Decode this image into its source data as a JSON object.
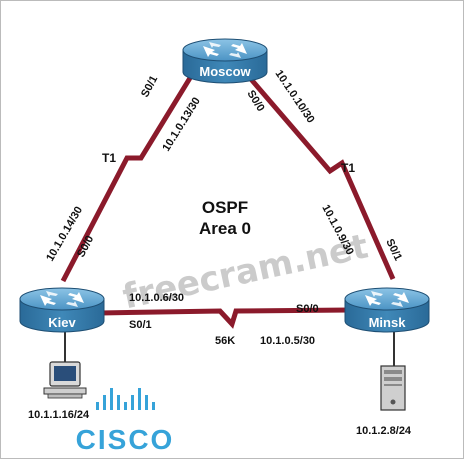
{
  "diagram": {
    "routers": {
      "moscow": "Moscow",
      "kiev": "Kiev",
      "minsk": "Minsk"
    },
    "area": {
      "line1": "OSPF",
      "line2": "Area 0"
    },
    "links": {
      "moscow_kiev": {
        "moscow_if": "S0/1",
        "moscow_ip": "10.1.0.13/30",
        "kiev_if": "S0/0",
        "kiev_ip": "10.1.0.14/30",
        "type": "T1"
      },
      "moscow_minsk": {
        "moscow_if": "S0/0",
        "moscow_ip": "10.1.0.10/30",
        "minsk_if": "S0/1",
        "minsk_ip": "10.1.0.9/30",
        "type": "T1"
      },
      "kiev_minsk": {
        "kiev_if": "S0/1",
        "kiev_ip": "10.1.0.6/30",
        "minsk_if": "S0/0",
        "minsk_ip": "10.1.0.5/30",
        "type": "56K"
      }
    },
    "hosts": {
      "pc": "10.1.1.16/24",
      "server": "10.1.2.8/24"
    },
    "logo": "CISCO",
    "watermark": "freecram.net"
  },
  "colors": {
    "link": "#8b1a2b",
    "router_body": "#3f88b8",
    "router_top": "#6fb1dc",
    "logo": "#36a3d9",
    "watermark": "#b9b9b9"
  }
}
